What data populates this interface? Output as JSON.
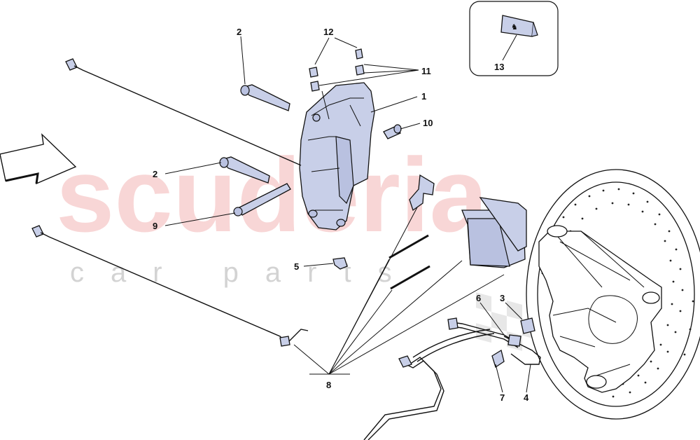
{
  "watermark": {
    "brand": "scuderia",
    "sub": "car parts"
  },
  "callouts": {
    "c1": "1",
    "c2a": "2",
    "c2b": "2",
    "c3": "3",
    "c4": "4",
    "c5": "5",
    "c6": "6",
    "c7": "7",
    "c8": "8",
    "c9": "9",
    "c10": "10",
    "c11": "11",
    "c12": "12",
    "c13": "13"
  },
  "inset": {
    "logo_icon": "prancing-horse-icon"
  },
  "colors": {
    "part_fill": "#c8cfe8",
    "watermark_red": "#f3b6b6",
    "watermark_grey": "#c9c9c9",
    "line": "#111111"
  }
}
